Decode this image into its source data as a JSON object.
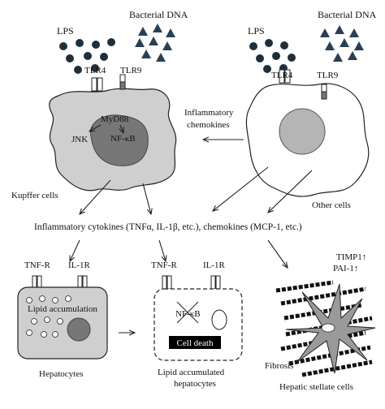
{
  "labels": {
    "lps_left": "LPS",
    "bacterial_dna_left": "Bacterial DNA",
    "lps_right": "LPS",
    "bacterial_dna_right": "Bacterial DNA",
    "tlr4_left": "TLR4",
    "tlr9_left": "TLR9",
    "tlr4_right": "TLR4",
    "tlr9_right": "TLR9",
    "myd88": "MyD88",
    "jnk": "JNK",
    "nfkb": "NF-κB",
    "inflammatory_chemokines_line1": "Inflammatory",
    "inflammatory_chemokines_line2": "chemokines",
    "kupffer_cells": "Kupffer cells",
    "other_cells": "Other cells",
    "cytokines": "Inflammatory cytokines (TNFα, IL-1β, etc.), chemokines (MCP-1, etc.)",
    "tnfr_left": "TNF-R",
    "il1r_left": "IL-1R",
    "lipid_accumulation": "Lipid accumulation",
    "hepatocytes": "Hepatocytes",
    "tnfr_mid": "TNF-R",
    "il1r_mid": "IL-1R",
    "nfkb_mid": "NF-κB",
    "cell_death": "Cell death",
    "lipid_hepatocytes_line1": "Lipid accumulated",
    "lipid_hepatocytes_line2": "hepatocytes",
    "timp1": "TIMP1↑",
    "pai1": "PAI-1↑",
    "fibrosis": "Fibrosis",
    "hepatic_stellate_cells": "Hepatic stellate cells"
  },
  "colors": {
    "cell_fill_gray": "#cfcfcf",
    "nucleus_dark": "#777777",
    "nucleus_light": "#b5b5b5",
    "bacteria_dot": "#1f2f3a",
    "dna_triangle": "#2a3f52",
    "cell_death_bg": "#000000",
    "stroke": "#222222"
  }
}
